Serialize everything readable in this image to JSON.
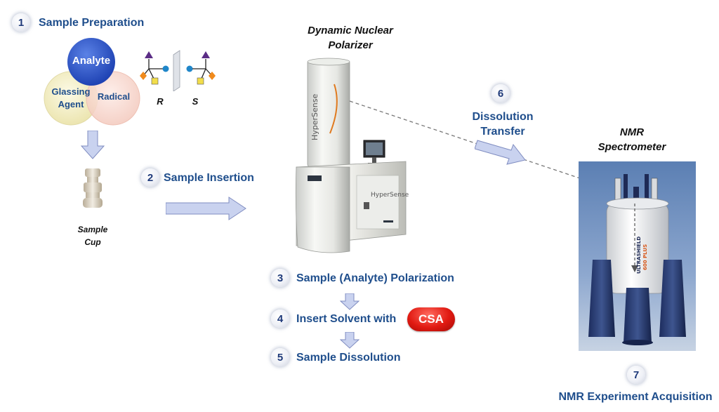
{
  "steps": [
    {
      "number": "1",
      "label": "Sample Preparation"
    },
    {
      "number": "2",
      "label": "Sample Insertion"
    },
    {
      "number": "3",
      "label": "Sample (Analyte) Polarization"
    },
    {
      "number": "4",
      "label": "Insert Solvent with"
    },
    {
      "number": "5",
      "label": "Sample Dissolution"
    },
    {
      "number": "6",
      "label_line1": "Dissolution",
      "label_line2": "Transfer"
    },
    {
      "number": "7",
      "label": "NMR Experiment Acquisition"
    }
  ],
  "venn": {
    "analyte": "Analyte",
    "glassing_line1": "Glassing",
    "glassing_line2": "Agent",
    "radical": "Radical"
  },
  "enantiomers": {
    "left": "R",
    "right": "S"
  },
  "sample_cup": {
    "line1": "Sample",
    "line2": "Cup"
  },
  "polarizer": {
    "title_line1": "Dynamic Nuclear",
    "title_line2": "Polarizer",
    "brand": "HyperSense"
  },
  "spectrometer": {
    "title_line1": "NMR",
    "title_line2": "Spectrometer",
    "brand_text": "ULTRASHIELD",
    "model_text": "600 PLUS"
  },
  "solvent_additive": "CSA",
  "colors": {
    "step_text": "#1f4e8c",
    "analyte_circle": "#2f55c8",
    "glassing_circle": "#f4f0c6",
    "radical_circle": "#f8d7cf",
    "arrow_fill": "#c9d2ef",
    "csa_red": "#e11a12"
  }
}
